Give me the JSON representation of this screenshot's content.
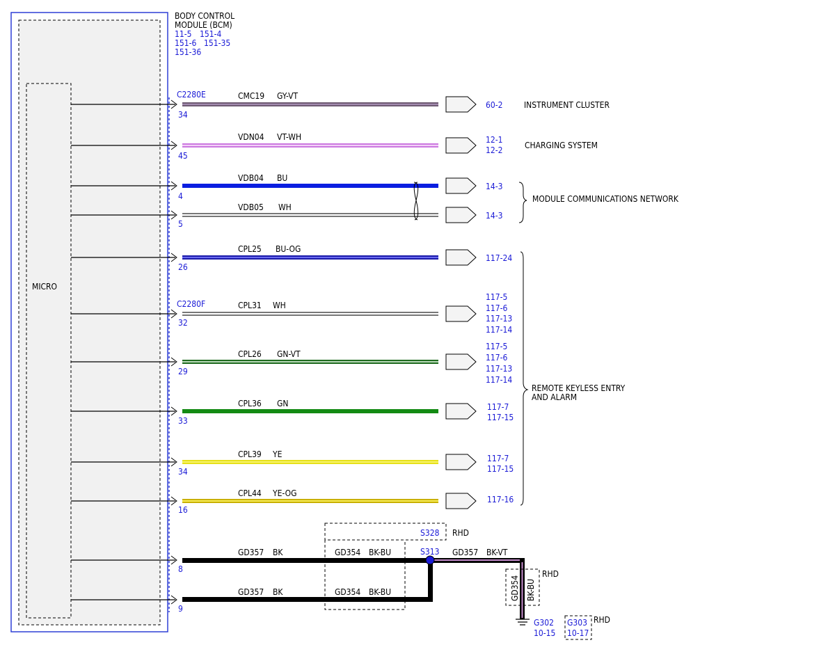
{
  "module": {
    "title_line1": "BODY CONTROL",
    "title_line2": "MODULE (BCM)",
    "refs": [
      "11-5",
      "151-4",
      "151-6",
      "151-35",
      "151-36"
    ],
    "micro_label": "MICRO"
  },
  "connectors": {
    "e": "C2280E",
    "f": "C2280F"
  },
  "wires": [
    {
      "pin": "34",
      "circuit": "CMC19",
      "color_code": "GY-VT",
      "colors": [
        "#6e5a72",
        "#a38bb0"
      ],
      "refs": [
        "60-2"
      ]
    },
    {
      "pin": "45",
      "circuit": "VDN04",
      "color_code": "VT-WH",
      "colors": [
        "#cc78e0",
        "#f3d2f8"
      ],
      "refs": [
        "12-1",
        "12-2"
      ]
    },
    {
      "pin": "4",
      "circuit": "VDB04",
      "color_code": "BU",
      "colors": [
        "#0a1ee0",
        "#0a1ee0"
      ],
      "refs": [
        "14-3"
      ]
    },
    {
      "pin": "5",
      "circuit": "VDB05",
      "color_code": "WH",
      "colors": [
        "#777777",
        "#ffffff"
      ],
      "refs": [
        "14-3"
      ]
    },
    {
      "pin": "26",
      "circuit": "CPL25",
      "color_code": "BU-OG",
      "colors": [
        "#1a1aa8",
        "#6a6af0"
      ],
      "refs": [
        "117-24"
      ]
    },
    {
      "pin": "32",
      "circuit": "CPL31",
      "color_code": "WH",
      "colors": [
        "#777777",
        "#ffffff"
      ],
      "refs": [
        "117-5",
        "117-6",
        "117-13",
        "117-14"
      ]
    },
    {
      "pin": "29",
      "circuit": "CPL26",
      "color_code": "GN-VT",
      "colors": [
        "#1f6b1f",
        "#b8d8b8"
      ],
      "refs": [
        "117-5",
        "117-6",
        "117-13",
        "117-14"
      ]
    },
    {
      "pin": "33",
      "circuit": "CPL36",
      "color_code": "GN",
      "colors": [
        "#138a13",
        "#138a13"
      ],
      "refs": [
        "117-7",
        "117-15"
      ]
    },
    {
      "pin": "34",
      "circuit": "CPL39",
      "color_code": "YE",
      "colors": [
        "#e6e01a",
        "#f7f36a"
      ],
      "refs": [
        "117-7",
        "117-15"
      ]
    },
    {
      "pin": "16",
      "circuit": "CPL44",
      "color_code": "YE-OG",
      "colors": [
        "#c9b000",
        "#f7ec58"
      ],
      "refs": [
        "117-16"
      ]
    }
  ],
  "destinations": {
    "instrument": "INSTRUMENT CLUSTER",
    "charging": "CHARGING SYSTEM",
    "network": "MODULE COMMUNICATIONS NETWORK",
    "rke_line1": "REMOTE KEYLESS ENTRY",
    "rke_line2": "AND ALARM"
  },
  "ground": {
    "pin8": "8",
    "pin9": "9",
    "circuit_a": "GD357",
    "color_a": "BK",
    "circuit_b": "GD354",
    "color_b": "BK-BU",
    "circuit_c": "GD357",
    "color_c": "BK-VT",
    "splice_s328": "S328",
    "splice_s313": "S313",
    "rhd": "RHD",
    "vertical_circuit": "GD354",
    "vertical_color": "BK-BU",
    "g302": "G302",
    "g302_ref": "10-15",
    "g303": "G303",
    "g303_ref": "10-17"
  }
}
